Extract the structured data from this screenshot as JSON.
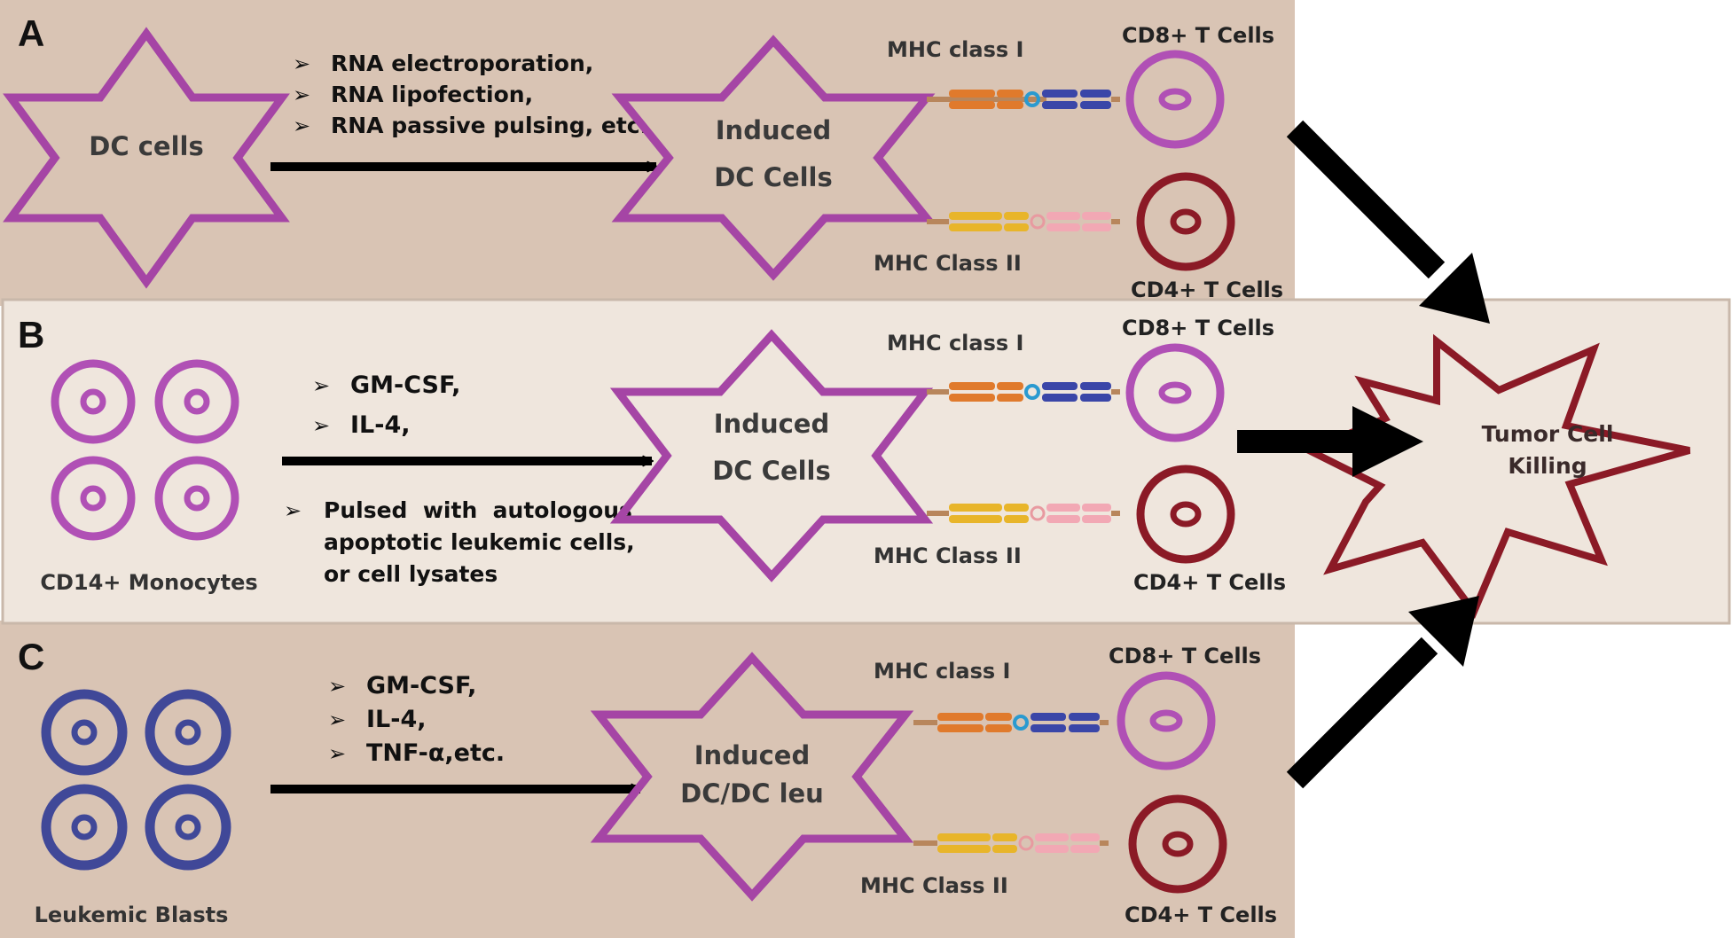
{
  "panels": {
    "a": {
      "label": "A",
      "source_cell": "DC cells",
      "steps": [
        "RNA electroporation,",
        "RNA lipofection,",
        "RNA passive pulsing, etc."
      ],
      "induced_line1": "Induced",
      "induced_line2": "DC Cells",
      "mhc1": "MHC class I",
      "mhc2": "MHC Class II",
      "cd8": "CD8+ T Cells",
      "cd4": "CD4+ T Cells"
    },
    "b": {
      "label": "B",
      "source_cell": "CD14+ Monocytes",
      "steps": [
        "GM-CSF,",
        "IL-4,"
      ],
      "pulse_line1": "Pulsed  with  autologous",
      "pulse_line2": "apoptotic leukemic cells,",
      "pulse_line3": "or cell lysates",
      "induced_line1": "Induced",
      "induced_line2": "DC Cells",
      "mhc1": "MHC class I",
      "mhc2": "MHC Class II",
      "cd8": "CD8+ T Cells",
      "cd4": "CD4+ T Cells"
    },
    "c": {
      "label": "C",
      "source_cell": "Leukemic Blasts",
      "steps": [
        "GM-CSF,",
        "IL-4,",
        "TNF-α,etc."
      ],
      "induced_line1": "Induced",
      "induced_line2": "DC/DC leu",
      "mhc1": "MHC class I",
      "mhc2": "MHC Class II",
      "cd8": "CD8+ T Cells",
      "cd4": "CD4+ T Cells"
    }
  },
  "tumor": {
    "line1": "Tumor Cell",
    "line2": "Killing"
  },
  "bullet_glyph": "➢",
  "colors": {
    "panel_a_bg": "#d9c4b4",
    "panel_b_bg": "#efe6dd",
    "panel_c_bg": "#d9c4b4",
    "dc_star": "#a545a5",
    "monocyte": "#b050b5",
    "leukemic_blast": "#404898",
    "cd8_cell": "#b050b5",
    "cd4_cell": "#8b1a26",
    "tumor_star": "#8b1a26",
    "arrow": "#000000"
  }
}
